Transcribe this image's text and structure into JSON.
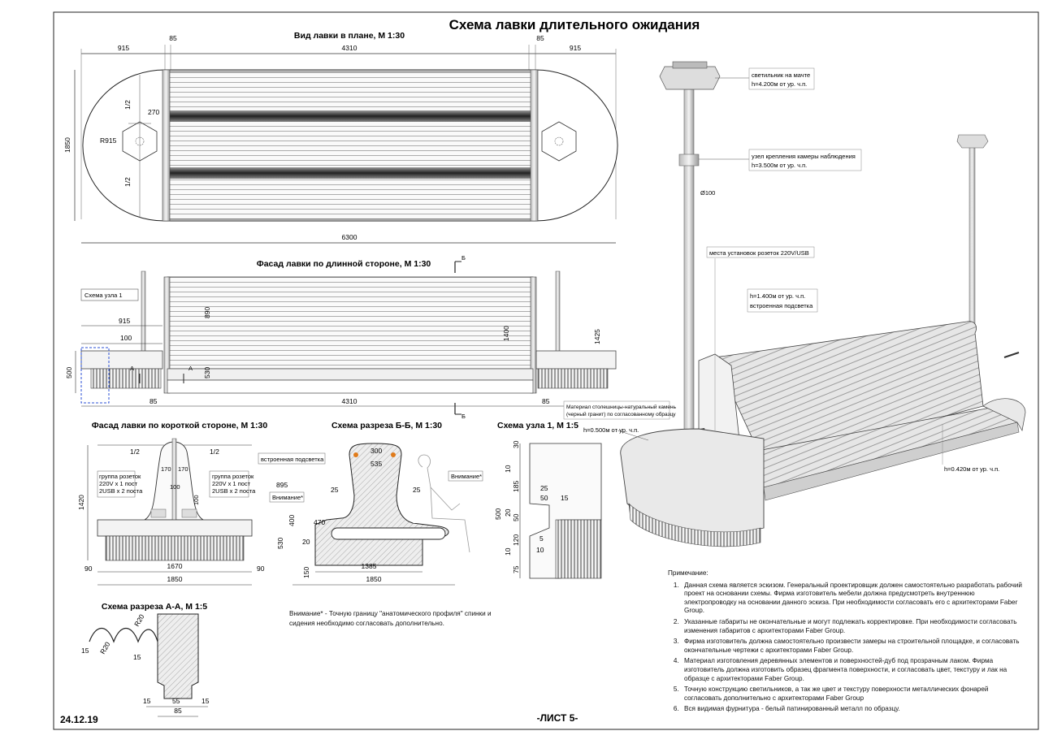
{
  "title": "Схема лавки длительного ожидания",
  "sheet_label": "-ЛИСТ 5-",
  "date": "24.12.19",
  "plan": {
    "title": "Вид лавки в плане, М 1:30",
    "dims": {
      "left_915": "915",
      "left_85": "85",
      "center_4310": "4310",
      "right_85": "85",
      "right_915": "915",
      "total_6300": "6300",
      "height_1850": "1850",
      "r915": "R915",
      "d270": "270",
      "half_top": "1/2",
      "half_bot": "1/2"
    }
  },
  "facade_long": {
    "title": "Фасад лавки по длинной стороне, М 1:30",
    "node_label": "Схема узла 1",
    "section_mark": "Б",
    "section_mark_bottom": "Б",
    "a_mark": "A",
    "a_mark2": "A",
    "dims": {
      "d915": "915",
      "d100": "100",
      "d500": "500",
      "d890": "890",
      "d530": "530",
      "d1400": "1400",
      "d1425": "1425",
      "d85l": "85",
      "d4310": "4310",
      "d85r": "85"
    }
  },
  "facade_short": {
    "title": "Фасад лавки по короткой стороне, М 1:30",
    "half_l": "1/2",
    "half_r": "1/2",
    "socket_l": [
      "группа розеток",
      "220V x 1 пост",
      "2USB x 2 поста"
    ],
    "socket_r": [
      "группа розеток",
      "220V x 1 пост",
      "2USB x 2 поста"
    ],
    "dims": {
      "d170a": "170",
      "d170b": "170",
      "d100a": "100",
      "d100b": "100",
      "d1420": "1420",
      "d1670": "1670",
      "d1850": "1850",
      "d90l": "90",
      "d90r": "90"
    }
  },
  "section_bb": {
    "title": "Схема разреза Б-Б, М 1:30",
    "light": "встроенная подсветка",
    "attn_l": "Внимание*",
    "attn_r": "Внимание*",
    "dims": {
      "d300": "300",
      "d535": "535",
      "d895": "895",
      "d25l": "25",
      "d25r": "25",
      "d470": "470",
      "d400": "400",
      "d530": "530",
      "d20": "20",
      "d150": "150",
      "d1385": "1385",
      "d1850": "1850"
    }
  },
  "node1": {
    "title": "Схема узла 1, М 1:5",
    "dims": {
      "d30": "30",
      "d10a": "10",
      "d185": "185",
      "d500": "500",
      "d20": "20",
      "d50a": "50",
      "d120": "120",
      "d10b": "10",
      "d75": "75",
      "d25": "25",
      "d50b": "50",
      "d15": "15",
      "d5": "5",
      "d10c": "10"
    }
  },
  "section_aa": {
    "title": "Схема разреза А-А, М 1:5",
    "dims": {
      "r20a": "R20",
      "r20b": "R20",
      "d15a": "15",
      "d15b": "15",
      "d15c": "15",
      "d55": "55",
      "d15d": "15",
      "d85": "85"
    }
  },
  "warning_note": "Внимание* - Точную границу \"анатомического профиля\" спинки и сидения необходимо согласовать дополнительно.",
  "perspective": {
    "lamp": [
      "светильник на мачте",
      "h=4.200м от ур. ч.п."
    ],
    "camera": [
      "узел крепления камеры наблюдения",
      "h=3.500м от ур. ч.п."
    ],
    "diameter": "Ø100",
    "sockets": "места установок розеток 220V/USB",
    "backlight": [
      "h=1.400м от ур. ч.п.",
      "встроенная подсветка"
    ],
    "stone": [
      "Материал столешницы-натуральный камень",
      "(черный гранит) по согласованному образцу"
    ],
    "h500": "h=0.500м от ур. ч.п.",
    "h420": "h=0.420м от ур. ч.п."
  },
  "notes": {
    "heading": "Примечание:",
    "items": [
      "Данная схема является эскизом. Генеральный проектировщик должен самостоятельно разработать рабочий проект на основании схемы. Фирма изготовитель мебели должна предусмотреть внутреннюю электропроводку на основании данного эскиза. При необходимости согласовать его с архитекторами Faber Group.",
      "Указанные габариты не окончательные и могут подлежать корректировке. При необходимости согласовать изменения габаритов с архитекторами Faber Group.",
      "Фирма изготовитель должна самостоятельно произвести замеры на строительной площадке, и согласовать окончательные чертежи с архитекторами Faber Group.",
      "Материал изготовления деревянных элементов и поверхностей-дуб под прозрачным лаком. Фирма изготовитель должна изготовить образец фрагмента поверхности, и согласовать цвет, текстуру и лак на образце с архитекторами Faber Group.",
      "Точную конструкцию светильников, а так же цвет и текстуру поверхности металлических фонарей согласовать дополнительно с архитекторами Faber Group",
      "Вся видимая фурнитура - белый патинированный металл по образцу."
    ]
  }
}
